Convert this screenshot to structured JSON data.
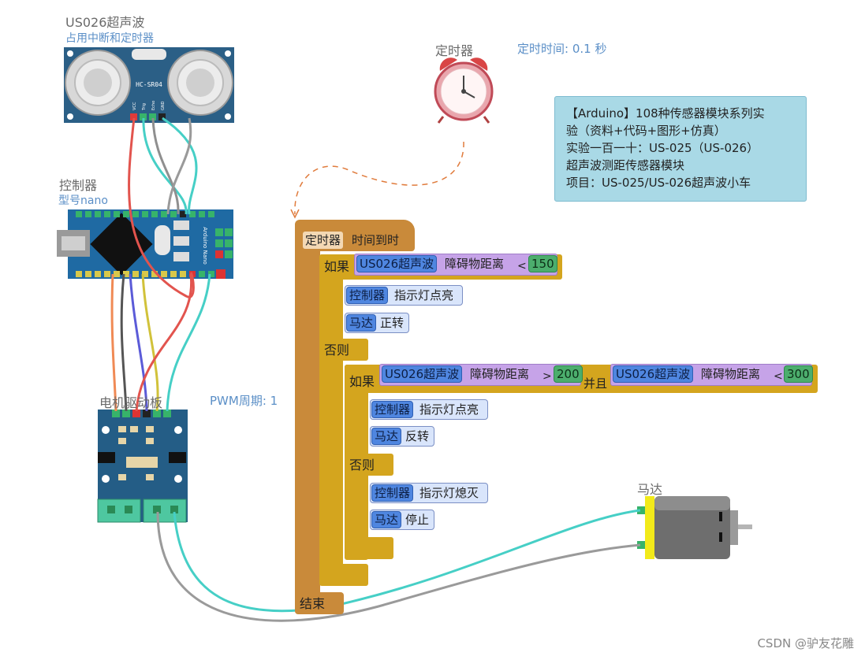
{
  "sensor": {
    "title": "US026超声波",
    "subtitle": "占用中断和定时器",
    "chip_text": "HC-SR04",
    "pins": [
      "VCC",
      "Trig",
      "Echo",
      "GND"
    ]
  },
  "controller": {
    "title": "控制器",
    "subtitle": "型号nano",
    "board_text": "Arduino Nano"
  },
  "timer": {
    "title": "定时器",
    "interval_label": "定时时间: 0.1 秒"
  },
  "driver": {
    "title": "电机驱动板",
    "pwm_label": "PWM周期: 1"
  },
  "motor": {
    "title": "马达"
  },
  "note": {
    "lines": [
      "【Arduino】108种传感器模块系列实",
      "验（资料+代码+图形+仿真）",
      "实验一百一十：US-025（US-026）",
      "超声波测距传感器模块",
      "项目：US-025/US-026超声波小车"
    ]
  },
  "program": {
    "hat": {
      "object": "定时器",
      "event": "时间到时"
    },
    "if1": {
      "keyword": "如果",
      "object": "US026超声波",
      "property": "障碍物距离",
      "op": "<",
      "value": "150"
    },
    "then1": [
      {
        "object": "控制器",
        "action": "指示灯点亮"
      },
      {
        "object": "马达",
        "action": "正转"
      }
    ],
    "else1": {
      "keyword": "否则"
    },
    "if2": {
      "keyword": "如果",
      "left": {
        "object": "US026超声波",
        "property": "障碍物距离",
        "op": ">",
        "value": "200"
      },
      "join": "并且",
      "right": {
        "object": "US026超声波",
        "property": "障碍物距离",
        "op": "<",
        "value": "300"
      }
    },
    "then2": [
      {
        "object": "控制器",
        "action": "指示灯点亮"
      },
      {
        "object": "马达",
        "action": "反转"
      }
    ],
    "else2": {
      "keyword": "否则"
    },
    "else2_body": [
      {
        "object": "控制器",
        "action": "指示灯熄灭"
      },
      {
        "object": "马达",
        "action": "停止"
      }
    ],
    "end": {
      "keyword": "结束"
    }
  },
  "watermark": "CSDN @驴友花雕",
  "colors": {
    "hat": "#c98a3a",
    "if_block": "#d4a51e",
    "condition": "#c6a3e8",
    "object": "#4f86e0",
    "number": "#4cae6d",
    "note_bg": "#a9d9e6",
    "label_blue": "#5b8fc7"
  }
}
